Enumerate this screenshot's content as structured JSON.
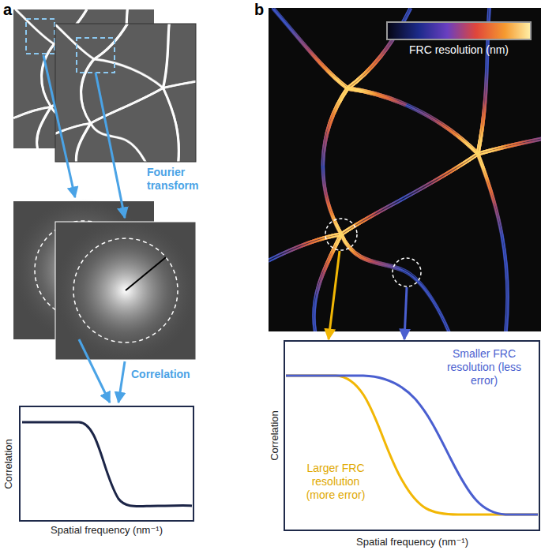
{
  "diagram": {
    "labels": [
      "a",
      "b",
      "Fourier transform",
      "Correlation",
      "Correlation",
      "Spatial frequency (nm⁻¹)",
      "Smaller FRC resolution (less error)",
      "Larger FRC resolution (more error)",
      "Correlation",
      "Spatial frequency (nm⁻¹)"
    ],
    "legend": [
      {
        "text": "FRC resolution (nm)"
      }
    ]
  }
}
